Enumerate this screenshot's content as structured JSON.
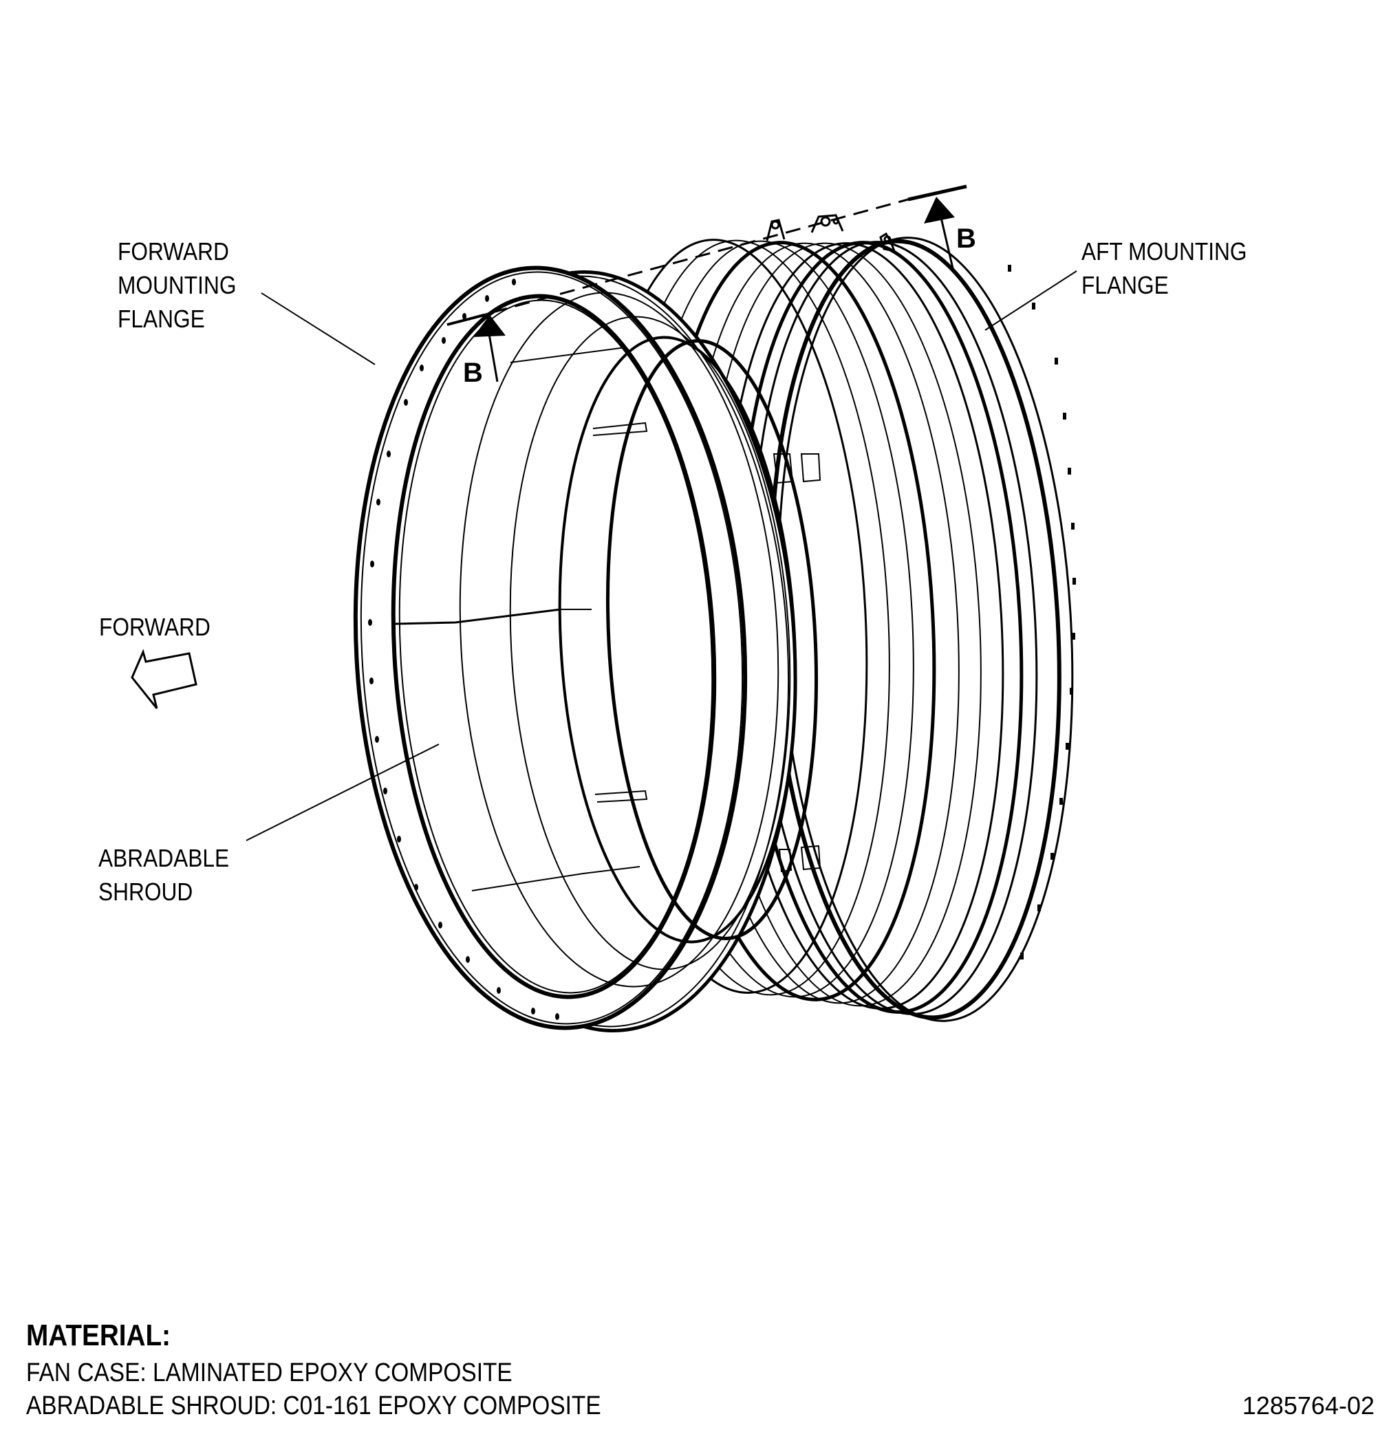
{
  "labels": {
    "forward_mounting_flange": [
      "FORWARD",
      "MOUNTING",
      "FLANGE"
    ],
    "aft_mounting_flange": [
      "AFT MOUNTING",
      "FLANGE"
    ],
    "forward": "FORWARD",
    "abradable_shroud": [
      "ABRADABLE",
      "SHROUD"
    ],
    "section_marker": "B"
  },
  "material": {
    "heading": "MATERIAL:",
    "lines": [
      "FAN CASE: LAMINATED EPOXY COMPOSITE",
      "ABRADABLE SHROUD: C01-161 EPOXY COMPOSITE"
    ]
  },
  "drawing_number": "1285764-02"
}
